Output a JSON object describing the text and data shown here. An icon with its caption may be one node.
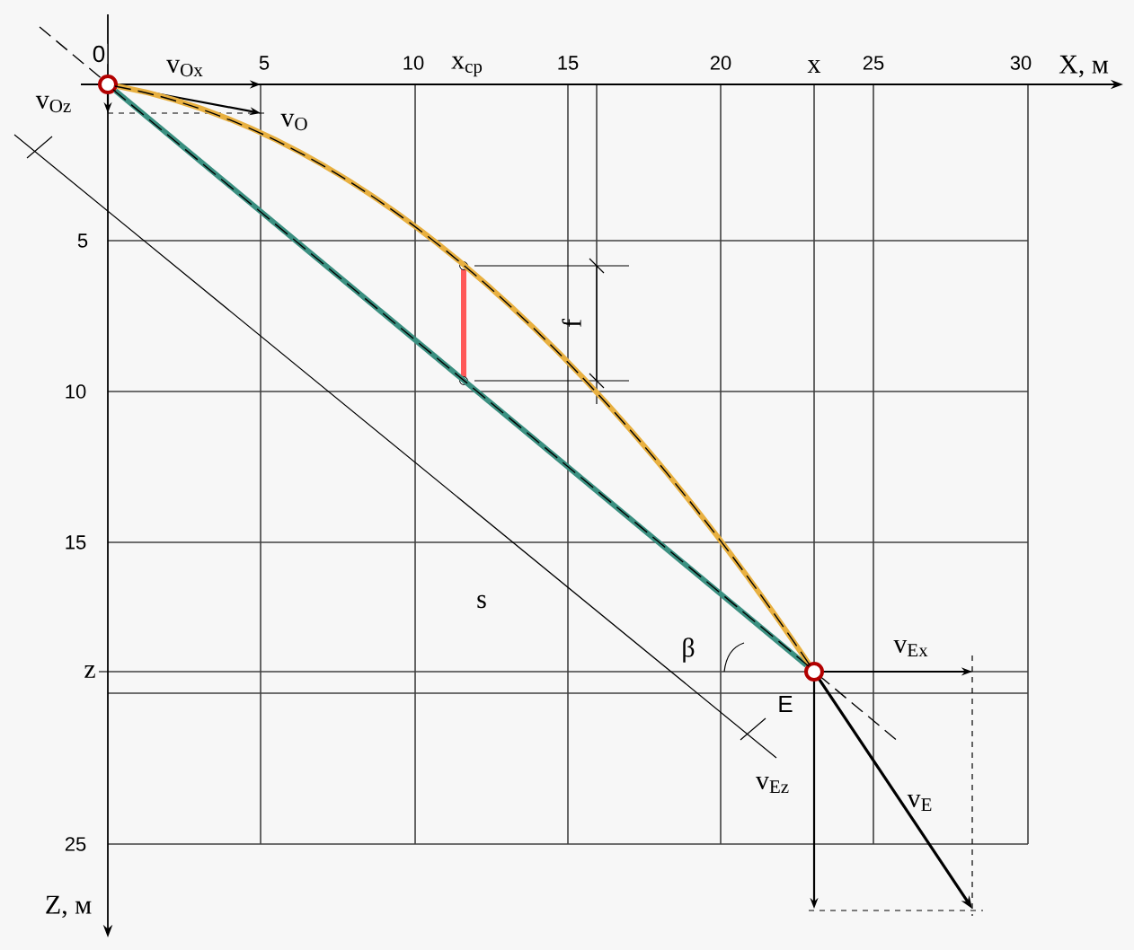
{
  "diagram": {
    "nodes": [
      {
        "text": [],
        "shape": "circle",
        "beside": [
          "0"
        ]
      },
      {
        "text": [],
        "shape": "circle",
        "beside": [
          "E"
        ]
      }
    ],
    "edges": [
      {
        "from": 0,
        "to": 1,
        "arrow": "none",
        "color": "#3a8f80"
      },
      {
        "from": 0,
        "to": 1,
        "arrow": "none",
        "color": "#e8b040"
      }
    ],
    "labels": [
      "v$_{Ox}$",
      "5",
      "10",
      "x$_{ср}$",
      "15",
      "20",
      "x",
      "25",
      "30",
      "X, м",
      "v$_{Oz}$",
      "v$_{O}$",
      "5",
      "f",
      "10",
      "15",
      "s",
      "β",
      "v$_{Ex}$",
      "z",
      "v$_{Ez}$",
      "v$_{E}$",
      "25",
      "Z, м"
    ]
  }
}
